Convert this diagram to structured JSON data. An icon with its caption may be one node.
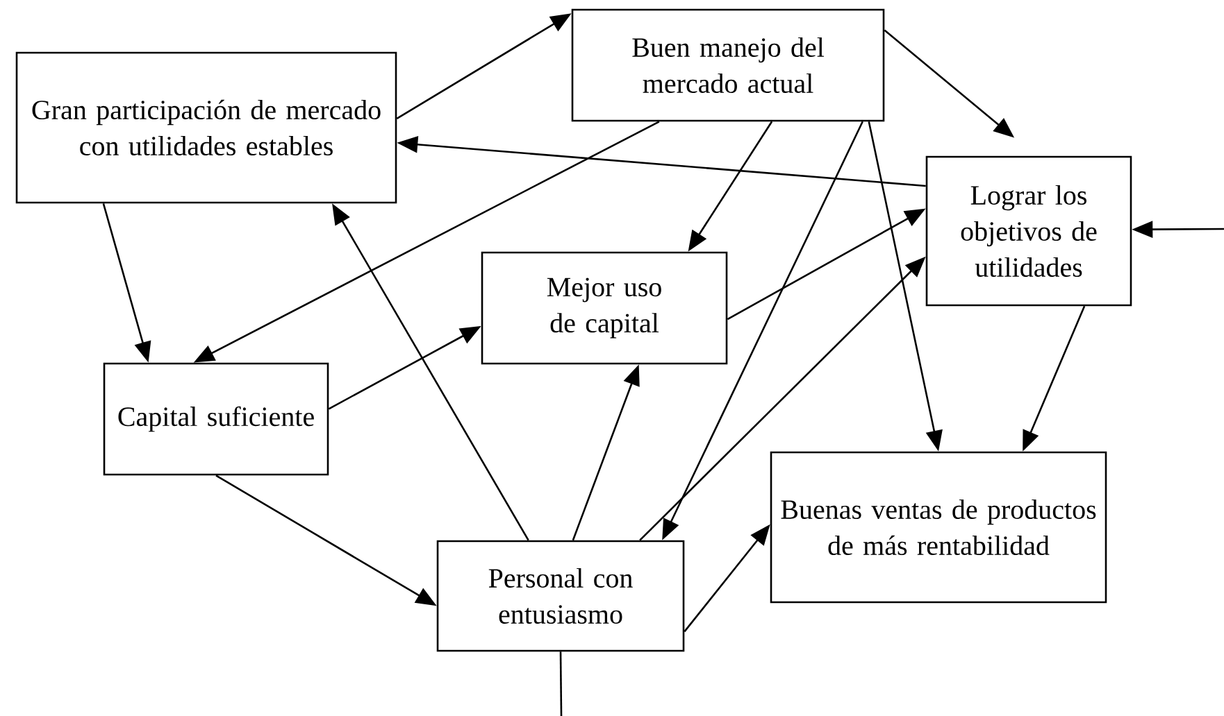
{
  "diagram": {
    "nodes": [
      {
        "text": [
          "Gran participación de mercado con utilidades estables"
        ]
      },
      {
        "text": [
          "Buen manejo del mercado actual"
        ]
      },
      {
        "text": [
          "Lograr los objetivos de utilidades"
        ]
      },
      {
        "text": [
          "Mejor uso de capital"
        ]
      },
      {
        "text": [
          "Capital suficiente"
        ]
      },
      {
        "text": [
          "Personal con entusiasmo"
        ]
      },
      {
        "text": [
          "Buenas ventas de productos de más rentabilidad"
        ]
      }
    ],
    "edges": [
      {
        "from": 0,
        "to": 1,
        "arrow": "to"
      },
      {
        "from": 2,
        "to": 0,
        "arrow": "to"
      },
      {
        "from": 1,
        "to": 4,
        "arrow": "to"
      },
      {
        "from": 0,
        "to": 4,
        "arrow": "to"
      },
      {
        "from": 1,
        "to": 2,
        "arrow": "to"
      },
      {
        "from": 1,
        "to": 3,
        "arrow": "to"
      },
      {
        "from": 1,
        "to": 5,
        "arrow": "to"
      },
      {
        "from": 1,
        "to": 6,
        "arrow": "to"
      },
      {
        "from": 5,
        "to": 0,
        "arrow": "to"
      },
      {
        "from": 5,
        "to": 3,
        "arrow": "to"
      },
      {
        "from": 5,
        "to": 2,
        "arrow": "to"
      },
      {
        "from": 3,
        "to": 2,
        "arrow": "to"
      },
      {
        "from": 4,
        "to": 3,
        "arrow": "to"
      },
      {
        "from": 4,
        "to": 5,
        "arrow": "to"
      },
      {
        "from": 5,
        "to": 6,
        "arrow": "to"
      },
      {
        "from": 2,
        "to": 6,
        "arrow": "to"
      },
      {
        "from": null,
        "to": 2,
        "arrow": "to"
      },
      {
        "from": 5,
        "to": null,
        "arrow": "none"
      }
    ]
  }
}
